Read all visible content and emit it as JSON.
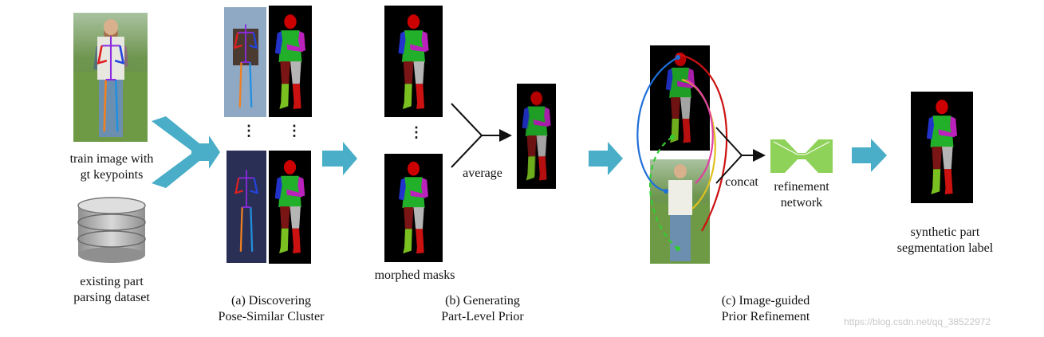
{
  "colors": {
    "arrow": "#4aaec8",
    "mask_bg": "#000000",
    "head": "#cc0000",
    "torso": "#22b02a",
    "upper_arm": "#2233cc",
    "lower_arm": "#bb22bb",
    "upper_leg_left": "#7a1515",
    "upper_leg_right": "#b5b5b5",
    "lower_leg_left": "#7ac020",
    "lower_leg_right": "#cc1111",
    "refine_net": "#8fd25a",
    "grass": "#5f8f3c",
    "sky": "#b8c9b0"
  },
  "labels": {
    "train_image": [
      "train image with",
      "gt keypoints"
    ],
    "existing_dataset": [
      "existing part",
      "parsing dataset"
    ],
    "morphed_masks": "morphed masks",
    "average": "average",
    "concat": "concat",
    "refinement_network": [
      "refinement",
      "network"
    ],
    "synthetic_label": [
      "synthetic part",
      "segmentation label"
    ]
  },
  "captions": {
    "a": [
      "(a) Discovering",
      "Pose-Similar Cluster"
    ],
    "b": [
      "(b) Generating",
      "Part-Level Prior"
    ],
    "c": [
      "(c) Image-guided",
      "Prior Refinement"
    ]
  },
  "ellipsis": "⋮",
  "watermark": "https://blog.csdn.net/qq_38522972"
}
